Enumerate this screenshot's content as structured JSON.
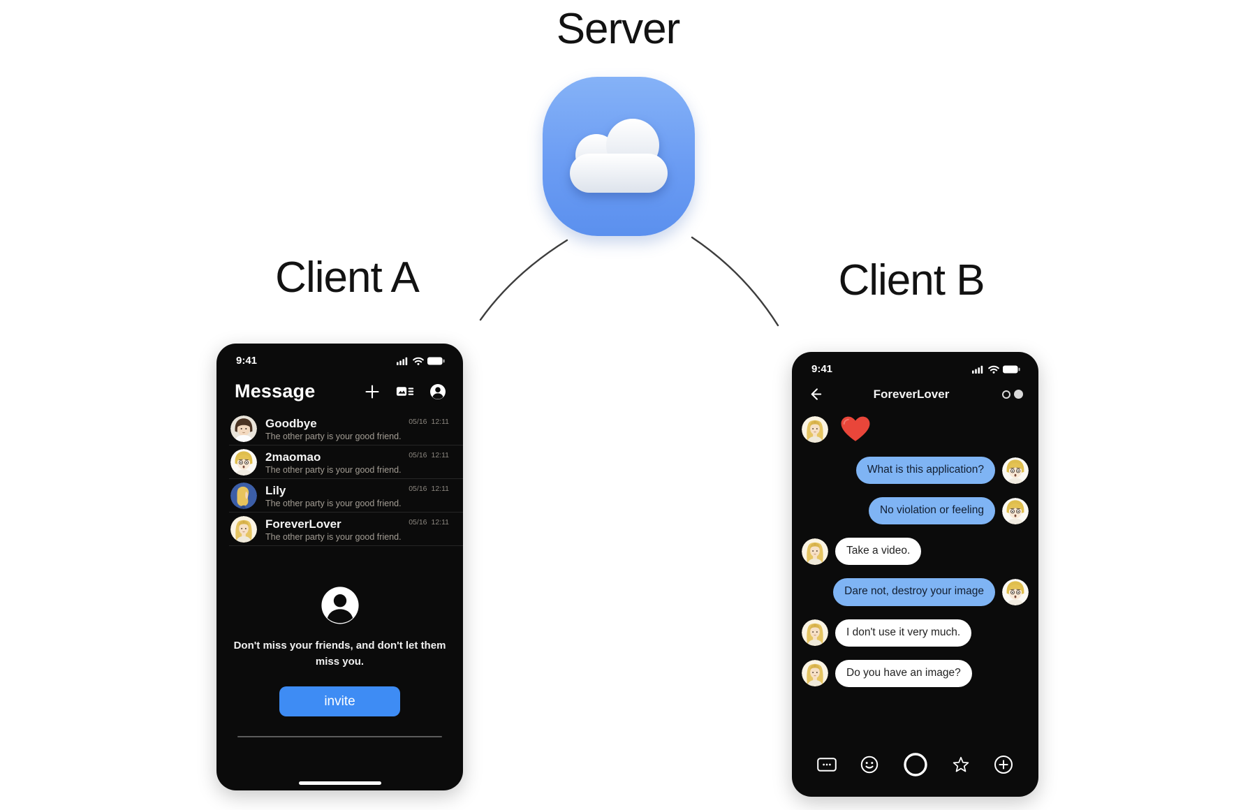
{
  "diagram": {
    "server_label": "Server",
    "client_a_label": "Client A",
    "client_b_label": "Client B",
    "server_icon": "cloud-icon",
    "links": [
      "server-to-client-a-line",
      "server-to-client-b-line"
    ]
  },
  "colors": {
    "server_icon_blue": "#6b9cf3",
    "invite_button_blue": "#3e8cf4",
    "outgoing_bubble_blue": "#7fb4f4",
    "incoming_bubble_white": "#ffffff",
    "phone_background": "#0b0b0b",
    "heart_red": "#e9463a"
  },
  "client_a": {
    "status_time": "9:41",
    "status_icons": [
      "signal-icon",
      "wifi-icon",
      "battery-icon"
    ],
    "title": "Message",
    "header_icons": [
      "new-chat-plus-icon",
      "contacts-feed-icon",
      "profile-icon"
    ],
    "conversations": [
      {
        "name": "Goodbye",
        "preview": "The other party is your good friend.",
        "date": "05/16",
        "time": "12:11"
      },
      {
        "name": "2maomao",
        "preview": "The other party is your good friend.",
        "date": "05/16",
        "time": "12:11"
      },
      {
        "name": "Lily",
        "preview": "The other party is your good friend.",
        "date": "05/16",
        "time": "12:11"
      },
      {
        "name": "ForeverLover",
        "preview": "The other party is your good friend.",
        "date": "05/16",
        "time": "12:11"
      }
    ],
    "empty_state_icon": "person-icon",
    "empty_state_text": "Don't miss your friends, and don't let them miss you.",
    "invite_label": "invite"
  },
  "client_b": {
    "status_time": "9:41",
    "status_icons": [
      "signal-icon",
      "wifi-icon",
      "battery-icon"
    ],
    "title": "ForeverLover",
    "header_left_icon": "back-arrow-icon",
    "header_right_icon": "record-dots-icon",
    "messages": [
      {
        "kind": "emoji",
        "side": "left",
        "emoji": "red-heart"
      },
      {
        "kind": "bubble",
        "side": "right",
        "text": "What is this application?"
      },
      {
        "kind": "bubble",
        "side": "right",
        "text": "No violation or feeling"
      },
      {
        "kind": "bubble",
        "side": "left",
        "text": "Take a video."
      },
      {
        "kind": "bubble",
        "side": "right",
        "text": "Dare not, destroy your image"
      },
      {
        "kind": "bubble",
        "side": "left",
        "text": "I don't use it very much."
      },
      {
        "kind": "bubble",
        "side": "left",
        "text": "Do you have an image?"
      }
    ],
    "toolbar_icons": [
      "keyboard-icon",
      "emoji-icon",
      "record-circle-icon",
      "star-icon",
      "add-circle-icon"
    ]
  }
}
